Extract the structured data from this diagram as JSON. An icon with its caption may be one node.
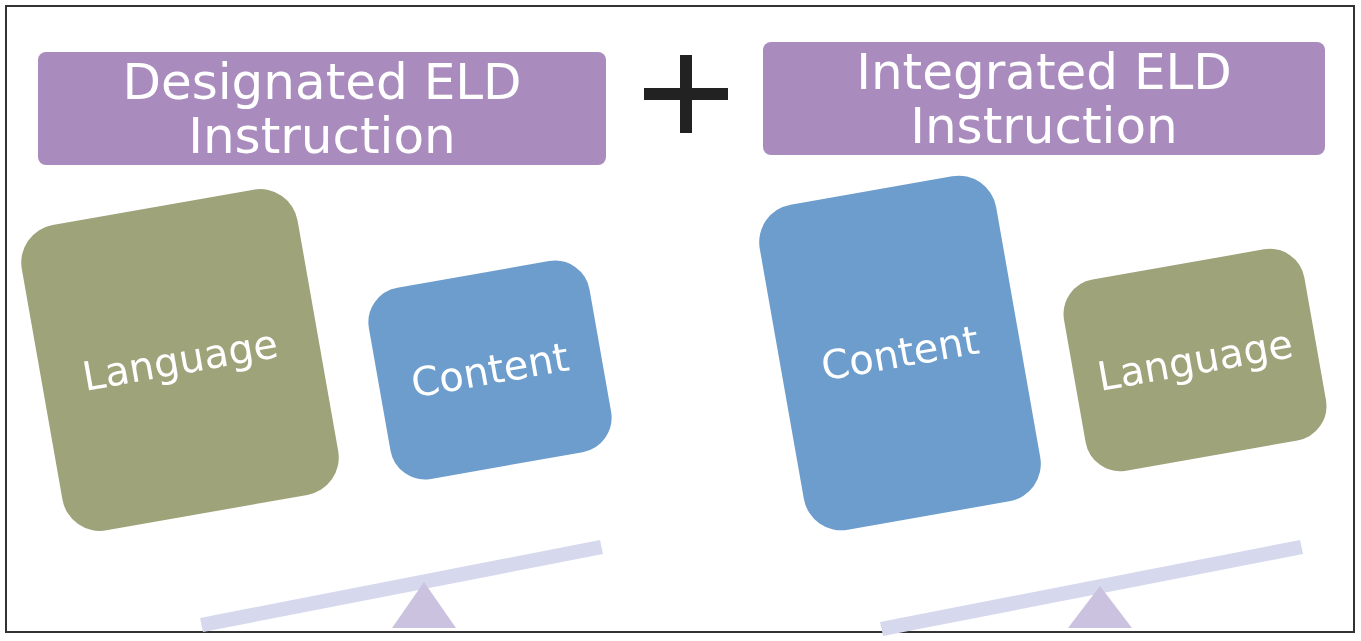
{
  "diagram": {
    "nodes": [
      {
        "text": [
          "Designated ELD Instruction"
        ]
      },
      {
        "text": [
          "Integrated ELD Instruction"
        ]
      },
      {
        "text": [
          "Language"
        ]
      },
      {
        "text": [
          "Content"
        ]
      },
      {
        "text": [
          "Content"
        ]
      },
      {
        "text": [
          "Language"
        ]
      }
    ],
    "edges": []
  }
}
